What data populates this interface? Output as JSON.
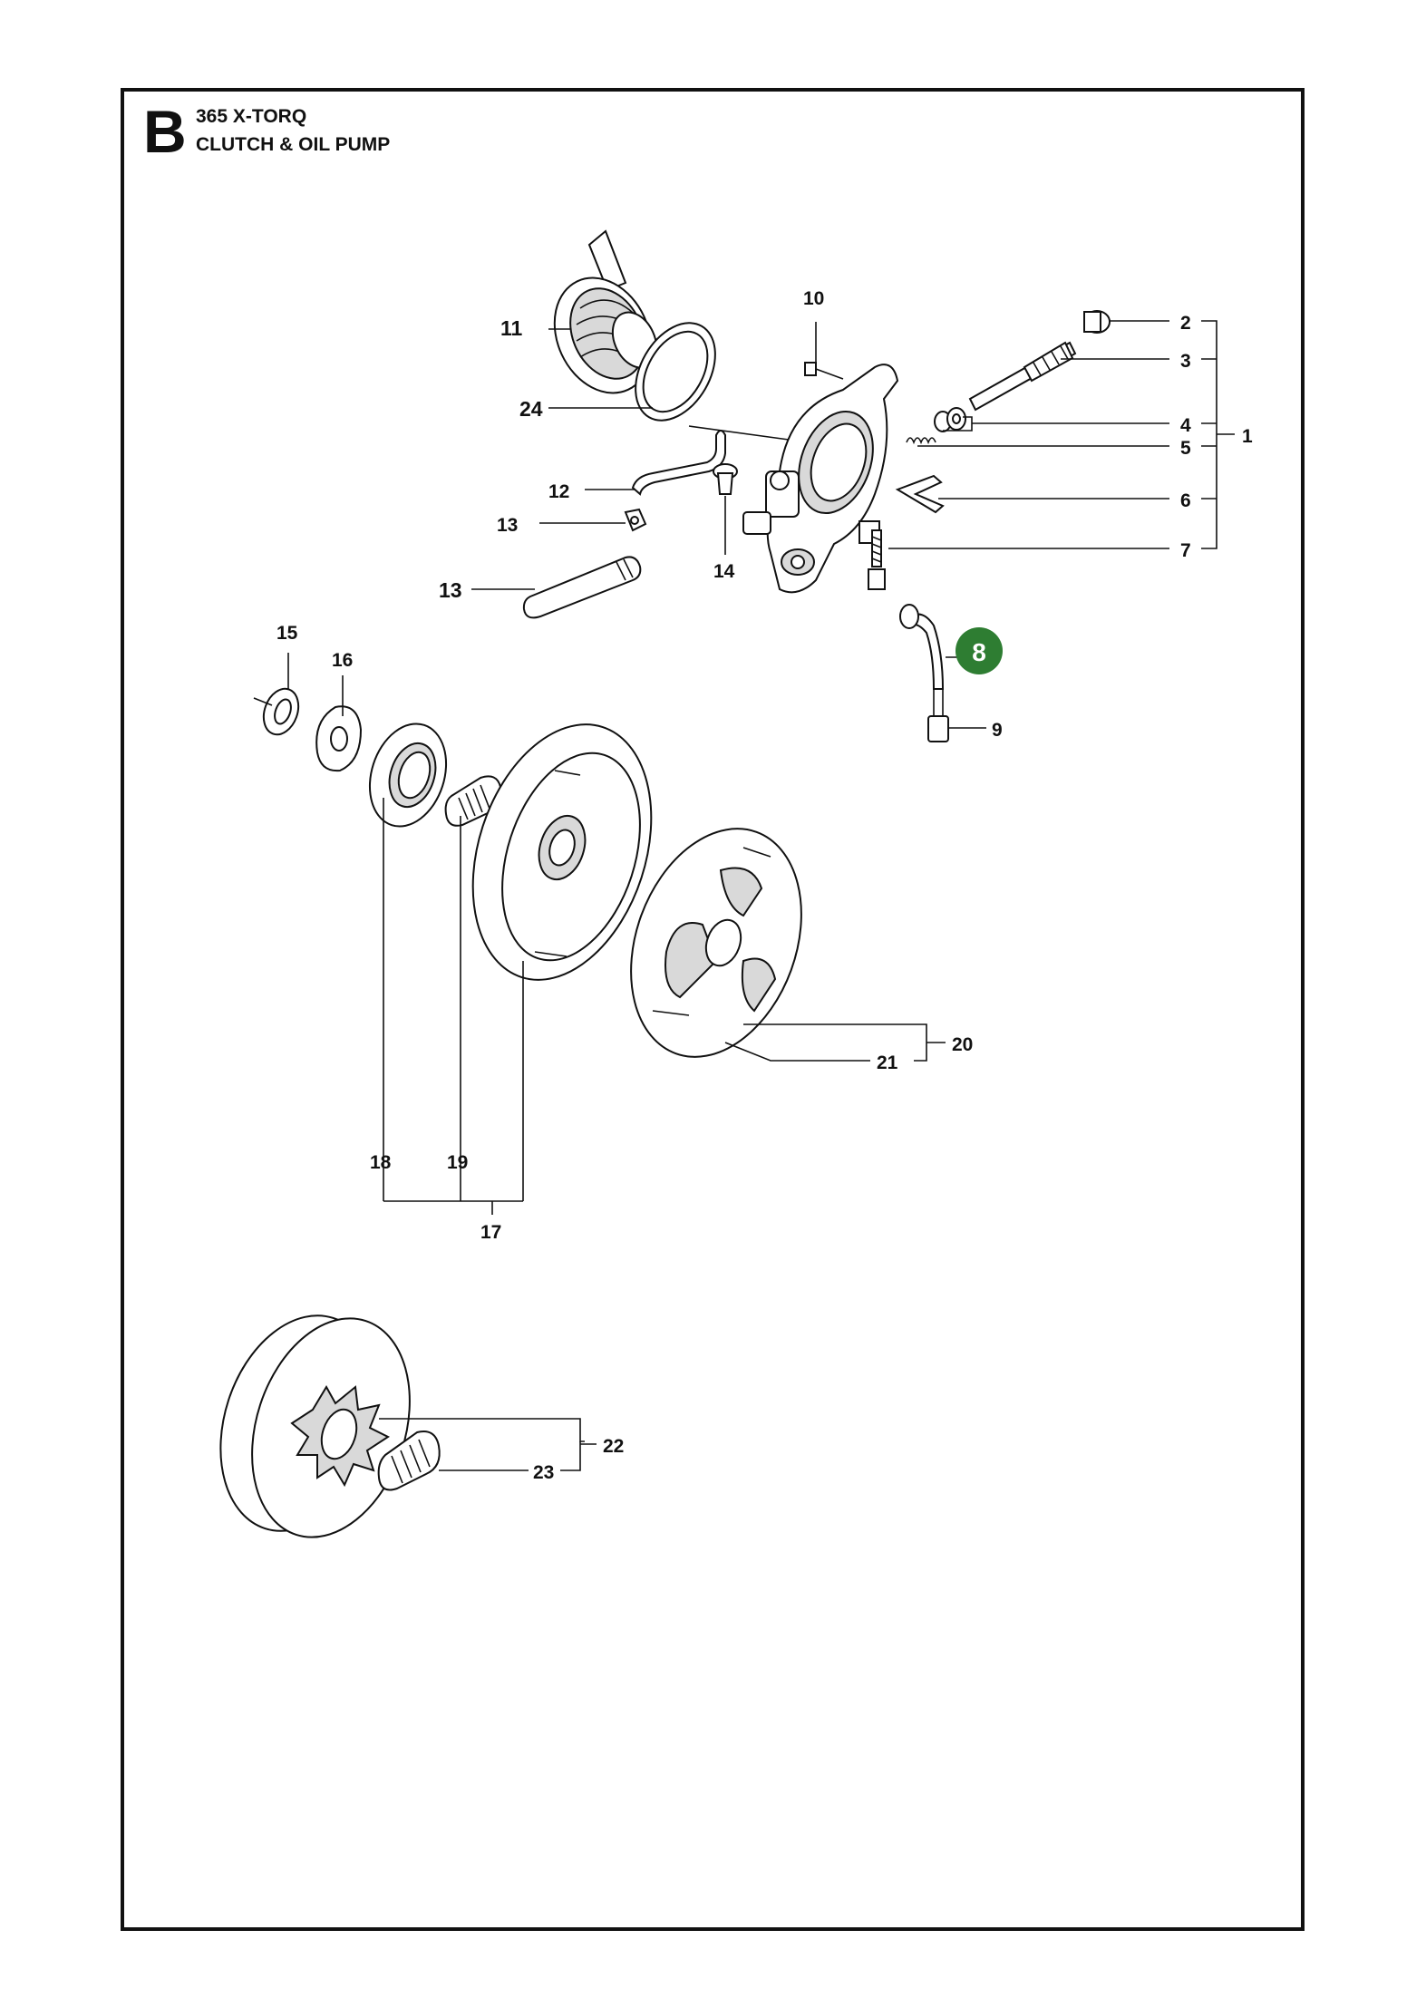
{
  "header": {
    "section_letter": "B",
    "model": "365 X-TORQ",
    "title": "CLUTCH & OIL PUMP"
  },
  "colors": {
    "highlight": "#2e7d32",
    "ink": "#111111"
  },
  "labels": {
    "p1": "1",
    "p2": "2",
    "p3": "3",
    "p4": "4",
    "p5": "5",
    "p6": "6",
    "p7": "7",
    "p8": "8",
    "p9": "9",
    "p10": "10",
    "p11": "11",
    "p12": "12",
    "p13a": "13",
    "p13b": "13",
    "p14": "14",
    "p15": "15",
    "p16": "16",
    "p17": "17",
    "p18": "18",
    "p19": "19",
    "p20": "20",
    "p21": "21",
    "p22": "22",
    "p23": "23",
    "p24": "24"
  }
}
